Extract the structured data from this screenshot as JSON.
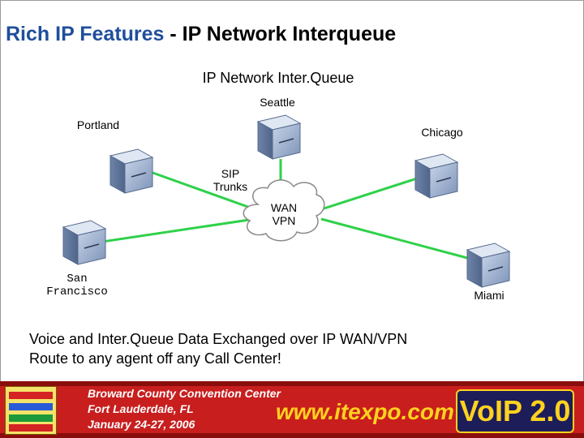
{
  "title": {
    "main": "Rich IP Features",
    "rest": " - IP Network Interqueue"
  },
  "subtitle": "IP Network Inter.Queue",
  "nodes": {
    "seattle": "Seattle",
    "portland": "Portland",
    "chicago": "Chicago",
    "san_francisco_1": "San",
    "san_francisco_2": "Francisco",
    "miami": "Miami"
  },
  "cloud": {
    "line1": "WAN",
    "line2": "VPN"
  },
  "sip": {
    "line1": "SIP",
    "line2": "Trunks"
  },
  "bottom": {
    "line1": "Voice and Inter.Queue Data Exchanged over IP WAN/VPN",
    "line2": "Route to any agent off any Call Center!"
  },
  "banner": {
    "venue_1": "Broward County Convention Center",
    "venue_2": "Fort Lauderdale, FL",
    "venue_3": "January 24-27, 2006",
    "url": "www.itexpo.com",
    "badge": "VoIP 2.0"
  },
  "colors": {
    "title_blue": "#1f4e9c",
    "link_green": "#2fd14a",
    "server_blue": "#8fa6c8",
    "banner_red": "#c81e1e",
    "banner_yellow": "#ffd21f"
  }
}
